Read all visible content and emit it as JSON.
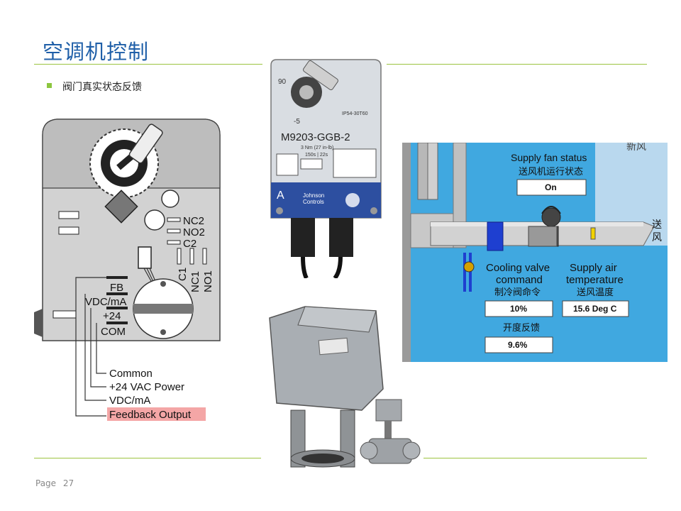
{
  "slide": {
    "title": "空调机控制",
    "bullet": "阀门真实状态反馈",
    "page_label": "Page",
    "page_number": "27"
  },
  "actuator_diagram": {
    "terminals_right": [
      "NC2",
      "NO2",
      "C2"
    ],
    "terminals_vertical": [
      "C1",
      "NC1",
      "NO1"
    ],
    "terminal_labels": [
      "FB",
      "VDC/mA",
      "+24",
      "COM"
    ],
    "wire_legend": [
      "Common",
      "+24 VAC Power",
      "VDC/mA",
      "Feedback Output"
    ],
    "highlight_color": "#f4a6a6"
  },
  "actuator_photo": {
    "model": "M9203-GGB-2",
    "specs": "3 Nm  (27 in-lb)",
    "time": "150s | 22s",
    "ip_rating": "IP54-30T60",
    "brand_line1": "Johnson",
    "brand_line2": "Controls",
    "label_letter": "A",
    "scale_min": "-5",
    "scale_max": "90"
  },
  "bms_panel": {
    "supply_fan_status_en": "Supply fan status",
    "supply_fan_status_cn": "送风机运行状态",
    "supply_fan_value": "On",
    "cooling_valve_en_1": "Cooling valve",
    "cooling_valve_en_2": "command",
    "cooling_valve_cn": "制冷阀命令",
    "cooling_valve_value": "10%",
    "supply_air_en_1": "Supply air",
    "supply_air_en_2": "temperature",
    "supply_air_cn": "送风温度",
    "supply_air_value": "15.6 Deg C",
    "feedback_cn": "开度反馈",
    "feedback_value": "9.6%",
    "duct_label_1": "送",
    "duct_label_2": "风",
    "corner_text": "新风",
    "background_color": "#40a8e0"
  },
  "colors": {
    "title": "#1f5fa8",
    "accent_line": "#9cc440"
  }
}
